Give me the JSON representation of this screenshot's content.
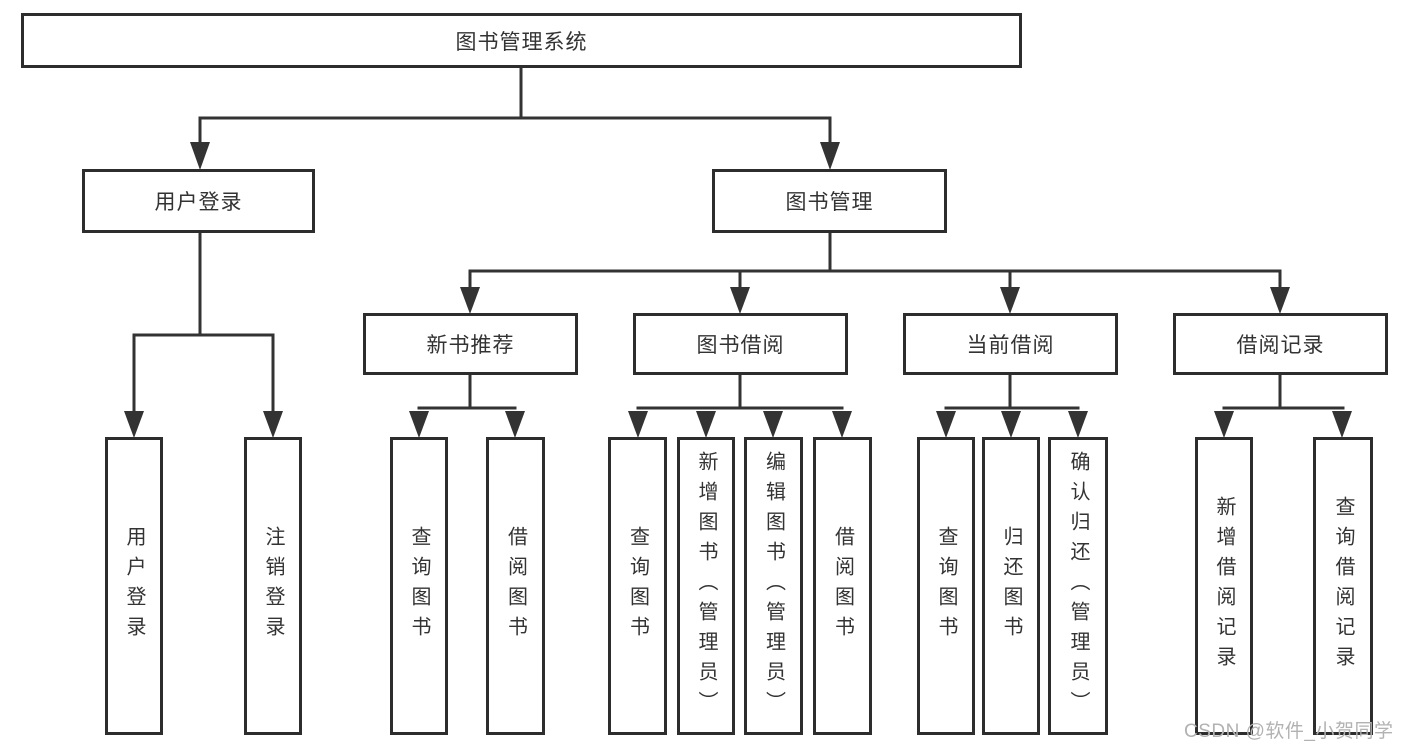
{
  "tree": {
    "root": "图书管理系统",
    "children": [
      {
        "label": "用户登录",
        "children": [
          "用户登录",
          "注销登录"
        ]
      },
      {
        "label": "图书管理",
        "children": [
          {
            "label": "新书推荐",
            "children": [
              "查询图书",
              "借阅图书"
            ]
          },
          {
            "label": "图书借阅",
            "children": [
              "查询图书",
              "新增图书（管理员）",
              "编辑图书（管理员）",
              "借阅图书"
            ]
          },
          {
            "label": "当前借阅",
            "children": [
              "查询图书",
              "归还图书",
              "确认归还（管理员）"
            ]
          },
          {
            "label": "借阅记录",
            "children": [
              "新增借阅记录",
              "查询借阅记录"
            ]
          }
        ]
      }
    ]
  },
  "watermark": "CSDN @软件_小贺同学",
  "colors": {
    "line": "#333333",
    "node_border": "#2d2d2d",
    "text": "#333333",
    "watermark": "#b2b2b2",
    "background": "#ffffff"
  }
}
